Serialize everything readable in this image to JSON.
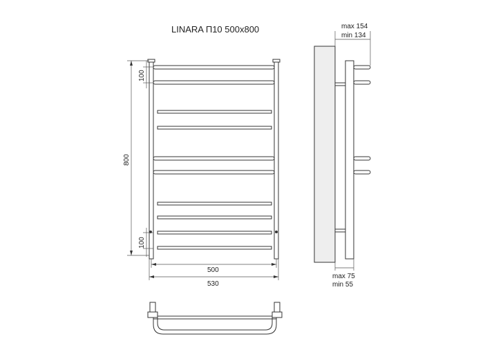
{
  "title": "LINARA П10 500х800",
  "dimensions": {
    "top_spacing": "100",
    "bottom_spacing": "100",
    "height": "800",
    "width_inner": "500",
    "width_outer": "530",
    "depth_max": "max 154",
    "depth_min": "min 134",
    "wall_max": "max 75",
    "wall_min": "min 55"
  }
}
